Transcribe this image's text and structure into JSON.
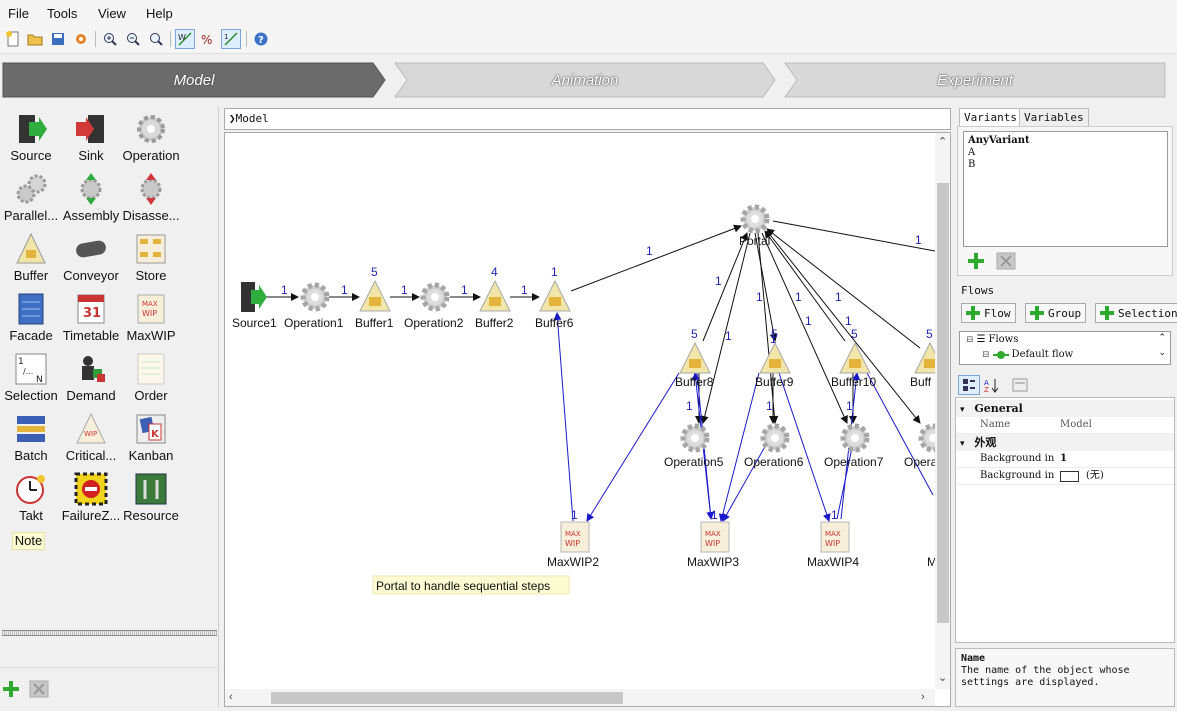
{
  "menu": [
    "File",
    "Tools",
    "View",
    "Help"
  ],
  "modes": [
    "Model",
    "Animation",
    "Experiment"
  ],
  "palette": [
    {
      "label": "Source",
      "icon": "source-icon"
    },
    {
      "label": "Sink",
      "icon": "sink-icon"
    },
    {
      "label": "Operation",
      "icon": "operation-gear-icon"
    },
    {
      "label": "Parallel...",
      "icon": "parallel-gears-icon"
    },
    {
      "label": "Assembly",
      "icon": "assembly-icon"
    },
    {
      "label": "Disasse...",
      "icon": "disassembly-icon"
    },
    {
      "label": "Buffer",
      "icon": "buffer-triangle-icon"
    },
    {
      "label": "Conveyor",
      "icon": "conveyor-icon"
    },
    {
      "label": "Store",
      "icon": "store-icon"
    },
    {
      "label": "Facade",
      "icon": "facade-icon"
    },
    {
      "label": "Timetable",
      "icon": "timetable-icon"
    },
    {
      "label": "MaxWIP",
      "icon": "maxwip-icon"
    },
    {
      "label": "Selection",
      "icon": "selection-icon"
    },
    {
      "label": "Demand",
      "icon": "demand-icon"
    },
    {
      "label": "Order",
      "icon": "order-icon"
    },
    {
      "label": "Batch",
      "icon": "batch-icon"
    },
    {
      "label": "Critical...",
      "icon": "critical-wip-icon"
    },
    {
      "label": "Kanban",
      "icon": "kanban-icon"
    },
    {
      "label": "Takt",
      "icon": "takt-icon"
    },
    {
      "label": "FailureZ...",
      "icon": "failure-zone-icon"
    },
    {
      "label": "Resource",
      "icon": "resource-icon"
    }
  ],
  "note_label": "Note",
  "timetable_day": "31",
  "maxwip_icon_text": [
    "MAX",
    "WIP"
  ],
  "selection_icon_text": [
    "1",
    "/...",
    "N"
  ],
  "kanban_icon_letter": "K",
  "breadcrumb": "Model",
  "canvas": {
    "nodes": {
      "source1": "Source1",
      "operation1": "Operation1",
      "buffer1": "Buffer1",
      "operation2": "Operation2",
      "buffer2": "Buffer2",
      "buffer6": "Buffer6",
      "portal": "Portal",
      "buffer8": "Buffer8",
      "buffer9": "Buffer9",
      "buffer10": "Buffer10",
      "buffer11": "Buff",
      "operation5": "Operation5",
      "operation6": "Operation6",
      "operation7": "Operation7",
      "operation8": "Opera",
      "maxwip2": "MaxWIP2",
      "maxwip3": "MaxWIP3",
      "maxwip4": "MaxWIP4",
      "maxwip5": "M"
    },
    "capacity": {
      "buffer1": "5",
      "buffer2": "4",
      "buffer6": "1",
      "buffer8": "5",
      "buffer9": "5",
      "buffer10": "5",
      "buffer11": "5"
    },
    "edge_weight": "1",
    "note": "Portal to handle sequential steps"
  },
  "right": {
    "tabs": [
      "Variants",
      "Variables"
    ],
    "variants": [
      "AnyVariant",
      "A",
      "B"
    ],
    "flows_label": "Flows",
    "flow_buttons": [
      "Flow",
      "Group",
      "Selection"
    ],
    "tree": {
      "root": "Flows",
      "child": "Default flow"
    },
    "properties": {
      "general": "General",
      "name_key": "Name",
      "name_value": "Model",
      "appearance": "外观",
      "bg1_key": "Background in",
      "bg1_value": "1",
      "bg2_key": "Background in",
      "bg2_value": "(无)"
    },
    "description_title": "Name",
    "description_text": "The name of the object whose settings are displayed."
  },
  "colors": {
    "accent": "#2222bb",
    "add_green": "#2eaa2e",
    "note_bg": "#fdfbd2"
  }
}
